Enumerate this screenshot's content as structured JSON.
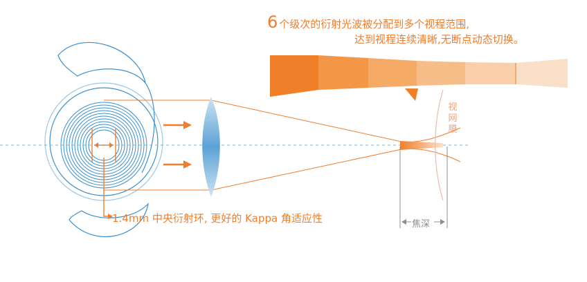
{
  "headline": {
    "count": "6",
    "line1_rest": "个级次的衍射光波被分配到多个视程范围,",
    "line2": "达到视程连续清晰,无断点动态切换。"
  },
  "labels": {
    "central_ring": "1.4mm 中央衍射环, 更好的 Kappa 角适应性",
    "retina": "视网膜",
    "focal_depth": "焦深"
  },
  "colors": {
    "accent": "#ef7d2c",
    "lens_blue": "#3a8fcf",
    "band_segments": [
      "#f07f2a",
      "#f39747",
      "#f5aa66",
      "#f7bd88",
      "#f9cfa9",
      "#fbe0c9"
    ],
    "retina": "#f0b8b0",
    "axis": "#6fb3d8"
  }
}
